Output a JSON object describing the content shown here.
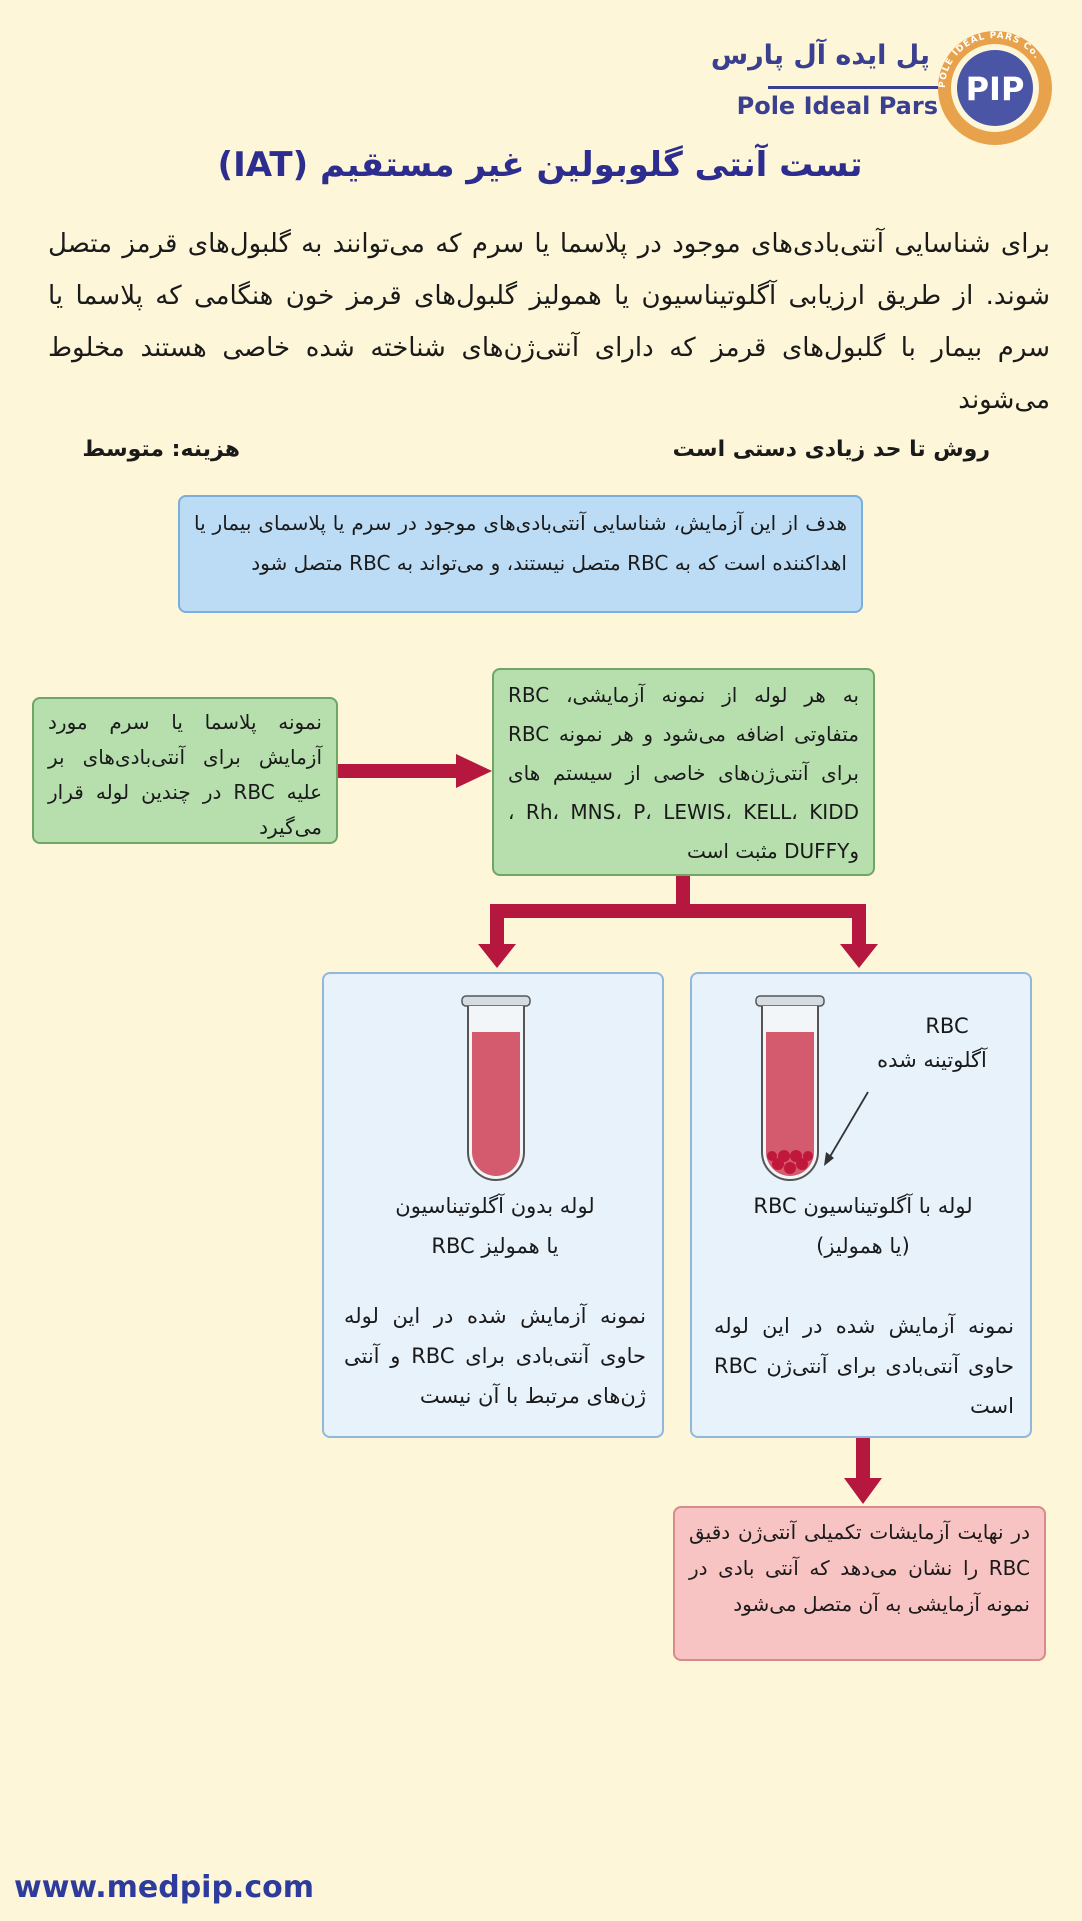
{
  "brand": {
    "name_fa": "پل ایده آل پارس",
    "name_en": "Pole Ideal Pars",
    "logo_letters": "PIP",
    "logo_ring_text": "POLE IDEAL PARS Co.",
    "colors": {
      "primary": "#3a3f8f",
      "accent": "#e8a24b"
    }
  },
  "title": "تست آنتی گلوبولین غیر مستقیم (IAT)",
  "intro": "برای شناسایی آنتی‌بادی‌های موجود در پلاسما یا سرم که می‌توانند به گلبول‌های قرمز متصل شوند. از طریق ارزیابی آگلوتیناسیون یا همولیز گلبول‌های قرمز خون هنگامی که پلاسما یا سرم بیمار با گلبول‌های قرمز که دارای آنتی‌ژن‌های شناخته شده خاصی هستند مخلوط می‌شوند",
  "method_note": "روش تا حد زیادی دستی است",
  "cost_note": "هزینه: متوسط",
  "goal": "هدف از این آزمایش، شناسایی آنتی‌بادی‌های موجود در سرم یا پلاسمای بیمار یا اهداکننده است که به RBC متصل نیستند، و می‌تواند به RBC متصل شود",
  "step1": "نمونه پلاسما یا سرم مورد آزمایش برای آنتی‌بادی‌های بر علیه RBC در چندین لوله قرار می‌گیرد",
  "step2": "به هر لوله از نمونه آزمایشی، RBC متفاوتی اضافه می‌شود و هر نمونه RBC برای آنتی‌ژن‌های خاصی از سیستم های Rh، MNS، P، LEWIS، KELL، KIDD ، وDUFFY مثبت است",
  "panel_right": {
    "label_line1": "RBC",
    "label_line2": "آگلوتینه شده",
    "caption_line1": "لوله با آگلوتیناسیون RBC",
    "caption_line2": "(یا همولیز)",
    "description": "نمونه آزمایش شده در این لوله حاوی آنتی‌بادی برای آنتی‌ژن RBC است"
  },
  "panel_left": {
    "caption_line1": "لوله بدون آگلوتیناسیون",
    "caption_line2": "یا همولیز RBC",
    "description": "نمونه آزمایش شده در این لوله حاوی آنتی‌بادی برای RBC و آنتی ژن‌های مرتبط با آن نیست"
  },
  "final": "در نهایت آزمایشات تکمیلی آنتی‌ژن دقیق RBC را نشان می‌دهد که آنتی بادی در نمونه آزمایشی به آن متصل می‌شود",
  "website": "www.medpip.com",
  "colors": {
    "arrow": "#b5173f",
    "title": "#2d2d8f",
    "blood": "#c9485a"
  }
}
